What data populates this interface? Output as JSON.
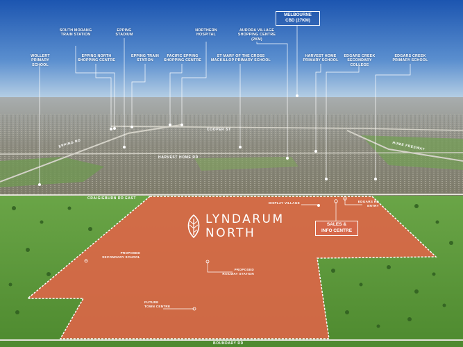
{
  "colors": {
    "sky_top": "#1f5bb5",
    "sky_horizon": "#b7d1e6",
    "suburb": "#8a8a82",
    "grass": "#5e9a3c",
    "site_fill": "#e06448",
    "leader_line": "#ffffff"
  },
  "cbd": {
    "label": "MELBOURNE\nCBD (27KM)"
  },
  "pois": [
    {
      "label": "WOLLERT\nPRIMARY SCHOOL"
    },
    {
      "label": "SOUTH MORANG\nTRAIN STATION"
    },
    {
      "label": "EPPING NORTH\nSHOPPING CENTRE"
    },
    {
      "label": "EPPING\nSTADIUM"
    },
    {
      "label": "EPPING TRAIN\nSTATION"
    },
    {
      "label": "PACIFIC EPPING\nSHOPPING CENTRE"
    },
    {
      "label": "NORTHERN\nHOSPITAL"
    },
    {
      "label": "ST MARY OF THE CROSS\nMACKILLOP PRIMARY SCHOOL"
    },
    {
      "label": "AURORA VILLAGE\nSHOPPING CENTRE (2KM)"
    },
    {
      "label": "HARVEST HOME\nPRIMARY SCHOOL"
    },
    {
      "label": "EDGARS CREEK\nSECONDARY COLLEGE"
    },
    {
      "label": "EDGARS CREEK\nPRIMARY SCHOOL"
    }
  ],
  "roads": {
    "cooper": "COOPER ST",
    "epping": "EPPING RD",
    "hume": "HUME FREEWAY",
    "harvest": "HARVEST HOME RD",
    "craigieburn": "CRAIGIEBURN RD EAST",
    "boundary": "BOUNDARY RD"
  },
  "site": {
    "brand": "LYNDARUM\nNORTH",
    "brand_icon": "leaf-icon",
    "display_village": "DISPLAY VILLAGE",
    "entry": "EDGARS RD\nENTRY",
    "sales": "SALES &\nINFO CENTRE",
    "secondary": "PROPOSED\nSECONDARY SCHOOL",
    "railway": "PROPOSED\nRAILWAY STATION",
    "town": "FUTURE\nTOWN CENTRE"
  }
}
